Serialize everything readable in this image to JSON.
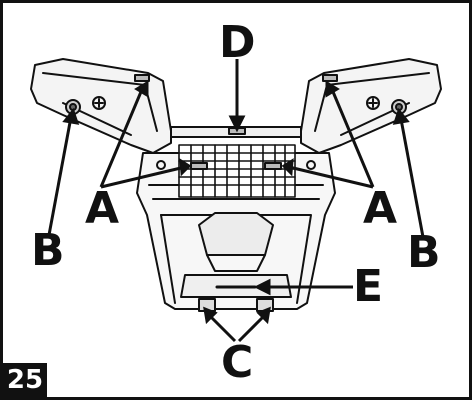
{
  "figure": {
    "number": "25",
    "callouts": {
      "left_a": "A",
      "right_a": "A",
      "left_b": "B",
      "right_b": "B",
      "bottom_c": "C",
      "top_d": "D",
      "right_e": "E"
    }
  }
}
